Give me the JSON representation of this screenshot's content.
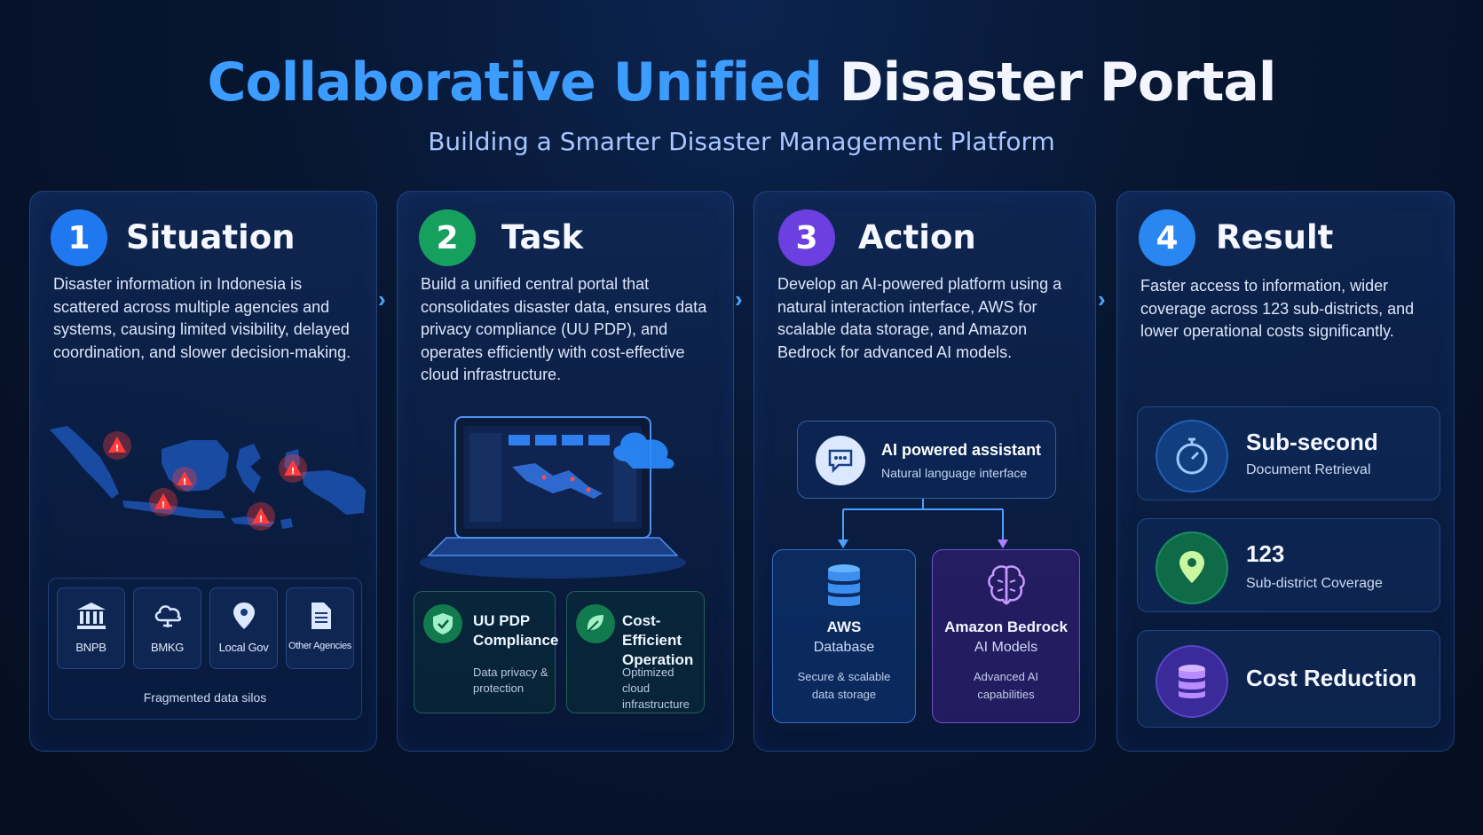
{
  "header": {
    "title_highlight": "Collaborative Unified",
    "title_rest": "Disaster Portal",
    "subtitle": "Building a Smarter Disaster Management Platform"
  },
  "colors": {
    "accent_blue": "#3d9cff",
    "step1": "#1f78f0",
    "step2": "#16a05e",
    "step3": "#6b3fe0",
    "step4": "#2a86f0",
    "alert_red": "#ff3b3b"
  },
  "situation": {
    "number": "1",
    "heading": "Situation",
    "description": "Disaster information in Indonesia is scattered across multiple agencies and systems, causing limited visibility, delayed coordination, and slower decision-making.",
    "agencies": [
      {
        "label": "BNPB",
        "icon": "bank-icon"
      },
      {
        "label": "BMKG",
        "icon": "cloud-icon"
      },
      {
        "label": "Local Gov",
        "icon": "location-pin-icon"
      },
      {
        "label": "Other Agencies",
        "icon": "document-icon"
      }
    ],
    "silos_caption": "Fragmented data silos"
  },
  "task": {
    "number": "2",
    "heading": "Task",
    "description": "Build a unified central portal that consolidates disaster data, ensures data privacy compliance (UU PDP), and operates efficiently with cost-effective cloud infrastructure.",
    "features": [
      {
        "title_line1": "UU PDP",
        "title_line2": "Compliance",
        "sub_line1": "Data privacy &",
        "sub_line2": "protection",
        "icon": "shield-icon"
      },
      {
        "title_line1": "Cost-Efficient",
        "title_line2": "Operation",
        "sub_line1": "Optimized cloud",
        "sub_line2": "infrastructure",
        "icon": "leaf-icon"
      }
    ]
  },
  "action": {
    "number": "3",
    "heading": "Action",
    "description": "Develop an AI-powered platform using a natural interaction interface, AWS for scalable data storage, and Amazon Bedrock for advanced AI models.",
    "assistant": {
      "title": "AI powered assistant",
      "subtitle": "Natural language interface",
      "icon": "chat-icon"
    },
    "aws": {
      "title": "AWS",
      "subtitle": "Database",
      "note_line1": "Secure & scalable",
      "note_line2": "data storage",
      "icon": "database-icon"
    },
    "bedrock": {
      "title": "Amazon Bedrock",
      "subtitle": "AI Models",
      "note_line1": "Advanced AI",
      "note_line2": "capabilities",
      "icon": "brain-icon"
    }
  },
  "result": {
    "number": "4",
    "heading": "Result",
    "description": "Faster access to information, wider coverage across 123 sub-districts, and lower operational costs significantly.",
    "items": [
      {
        "title": "Sub-second",
        "subtitle": "Document Retrieval",
        "icon": "stopwatch-icon"
      },
      {
        "title": "123",
        "subtitle": "Sub-district Coverage",
        "icon": "location-pin-icon"
      },
      {
        "title": "Cost Reduction",
        "subtitle": "",
        "icon": "coins-icon"
      }
    ]
  }
}
